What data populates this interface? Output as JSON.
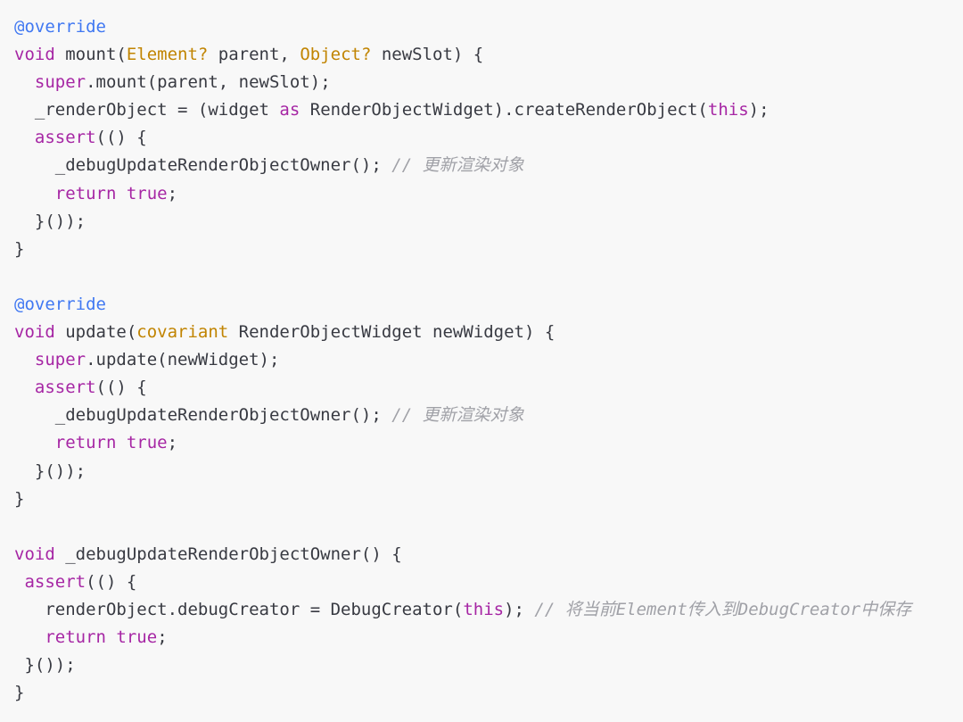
{
  "code": {
    "language": "dart",
    "colors": {
      "keyword": "#a626a4",
      "type": "#c18401",
      "annotation": "#4078f2",
      "comment": "#a0a1a7",
      "text": "#383a42",
      "background": "#f8f8f8"
    },
    "lines": [
      [
        {
          "t": "@override",
          "c": "at"
        }
      ],
      [
        {
          "t": "void",
          "c": "kw"
        },
        {
          "t": " mount("
        },
        {
          "t": "Element?",
          "c": "ty"
        },
        {
          "t": " parent, "
        },
        {
          "t": "Object?",
          "c": "ty"
        },
        {
          "t": " newSlot) {"
        }
      ],
      [
        {
          "t": "  "
        },
        {
          "t": "super",
          "c": "kw"
        },
        {
          "t": ".mount(parent, newSlot);"
        }
      ],
      [
        {
          "t": "  _renderObject = (widget "
        },
        {
          "t": "as",
          "c": "kw"
        },
        {
          "t": " RenderObjectWidget).createRenderObject("
        },
        {
          "t": "this",
          "c": "kw"
        },
        {
          "t": ");"
        }
      ],
      [
        {
          "t": "  "
        },
        {
          "t": "assert",
          "c": "kw"
        },
        {
          "t": "(() {"
        }
      ],
      [
        {
          "t": "    _debugUpdateRenderObjectOwner(); "
        },
        {
          "t": "// 更新渲染对象",
          "c": "cm"
        }
      ],
      [
        {
          "t": "    "
        },
        {
          "t": "return",
          "c": "kw"
        },
        {
          "t": " "
        },
        {
          "t": "true",
          "c": "kw"
        },
        {
          "t": ";"
        }
      ],
      [
        {
          "t": "  }());"
        }
      ],
      [
        {
          "t": "}"
        }
      ],
      [
        {
          "t": ""
        }
      ],
      [
        {
          "t": "@override",
          "c": "at"
        }
      ],
      [
        {
          "t": "void",
          "c": "kw"
        },
        {
          "t": " update("
        },
        {
          "t": "covariant",
          "c": "ty"
        },
        {
          "t": " RenderObjectWidget newWidget) {"
        }
      ],
      [
        {
          "t": "  "
        },
        {
          "t": "super",
          "c": "kw"
        },
        {
          "t": ".update(newWidget);"
        }
      ],
      [
        {
          "t": "  "
        },
        {
          "t": "assert",
          "c": "kw"
        },
        {
          "t": "(() {"
        }
      ],
      [
        {
          "t": "    _debugUpdateRenderObjectOwner(); "
        },
        {
          "t": "// 更新渲染对象",
          "c": "cm"
        }
      ],
      [
        {
          "t": "    "
        },
        {
          "t": "return",
          "c": "kw"
        },
        {
          "t": " "
        },
        {
          "t": "true",
          "c": "kw"
        },
        {
          "t": ";"
        }
      ],
      [
        {
          "t": "  }());"
        }
      ],
      [
        {
          "t": "}"
        }
      ],
      [
        {
          "t": ""
        }
      ],
      [
        {
          "t": "void",
          "c": "kw"
        },
        {
          "t": " _debugUpdateRenderObjectOwner() {"
        }
      ],
      [
        {
          "t": " "
        },
        {
          "t": "assert",
          "c": "kw"
        },
        {
          "t": "(() {"
        }
      ],
      [
        {
          "t": "   renderObject.debugCreator = DebugCreator("
        },
        {
          "t": "this",
          "c": "kw"
        },
        {
          "t": "); "
        },
        {
          "t": "// 将当前Element传入到DebugCreator中保存",
          "c": "cm"
        }
      ],
      [
        {
          "t": "   "
        },
        {
          "t": "return",
          "c": "kw"
        },
        {
          "t": " "
        },
        {
          "t": "true",
          "c": "kw"
        },
        {
          "t": ";"
        }
      ],
      [
        {
          "t": " }());"
        }
      ],
      [
        {
          "t": "}"
        }
      ]
    ]
  }
}
